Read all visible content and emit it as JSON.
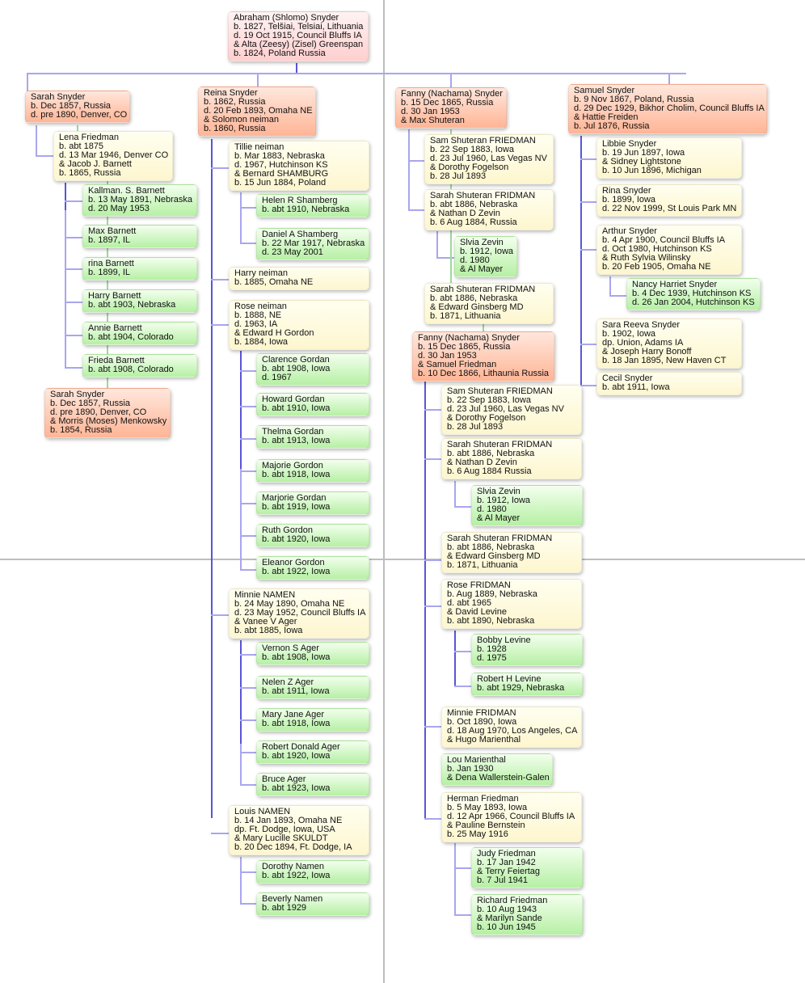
{
  "chart": {
    "root": {
      "lines": [
        "Abraham (Shlomo) Snyder",
        "b. 1827, Telšiai, Telsiai, Lithuania",
        "d. 19 Oct 1915, Council Bluffs IA",
        "& Alta (Zeesy) (Zisel) Greenspan",
        "b. 1824, Poland Russia"
      ]
    },
    "boxes": [
      {
        "id": "sarah1",
        "gen": 1,
        "lines": [
          "Sarah Snyder",
          "b. Dec 1857, Russia",
          "d. pre 1890, Denver, CO"
        ]
      },
      {
        "id": "lena",
        "gen": 2,
        "lines": [
          "Lena Friedman",
          "b. abt 1875",
          "d. 13 Mar 1946, Denver CO",
          "& Jacob J. Barnett",
          "b. 1865, Russia"
        ]
      },
      {
        "id": "kallman",
        "gen": 3,
        "lines": [
          "Kallman. S. Barnett",
          "b. 13 May 1891, Nebraska",
          "d. 20 May 1953"
        ]
      },
      {
        "id": "max",
        "gen": 3,
        "lines": [
          "Max Barnett",
          "b. 1897, IL"
        ]
      },
      {
        "id": "rina_b",
        "gen": 3,
        "lines": [
          "rina Barnett",
          "b. 1899, IL"
        ]
      },
      {
        "id": "harry_b",
        "gen": 3,
        "lines": [
          "Harry Barnett",
          "b. abt 1903, Nebraska"
        ]
      },
      {
        "id": "annie",
        "gen": 3,
        "lines": [
          "Annie Barnett",
          "b. abt 1904, Colorado"
        ]
      },
      {
        "id": "frieda",
        "gen": 3,
        "lines": [
          "Frieda Barnett",
          "b. abt 1908, Colorado"
        ]
      },
      {
        "id": "sarah2",
        "gen": 1,
        "lines": [
          "Sarah Snyder",
          "b. Dec 1857, Russia",
          "d. pre 1890, Denver, CO",
          "& Morris (Moses) Menkowsky",
          "b. 1854, Russia"
        ]
      },
      {
        "id": "reina",
        "gen": 1,
        "lines": [
          "Reina Snyder",
          "b. 1862, Russia",
          "d. 20 Feb 1893, Omaha NE",
          "& Solomon neiman",
          "b. 1860, Russia"
        ]
      },
      {
        "id": "tillie",
        "gen": 2,
        "lines": [
          "Tillie neiman",
          "b. Mar 1883, Nebraska",
          "d. 1967, Hutchinson KS",
          "& Bernard SHAMBURG",
          "b. 15 Jun 1884, Poland"
        ]
      },
      {
        "id": "helen",
        "gen": 3,
        "lines": [
          "Helen R Shamberg",
          "b. abt 1910, Nebraska"
        ]
      },
      {
        "id": "daniel",
        "gen": 3,
        "lines": [
          "Daniel A Shamberg",
          "b. 22 Mar 1917, Nebraska",
          "d. 23 May 2001"
        ]
      },
      {
        "id": "harry_n",
        "gen": 2,
        "lines": [
          "Harry neiman",
          "b. 1885, Omaha NE"
        ]
      },
      {
        "id": "rose_n",
        "gen": 2,
        "lines": [
          "Rose neiman",
          "b. 1888, NE",
          "d. 1963, IA",
          "& Edward H Gordon",
          "b. 1884, Iowa"
        ]
      },
      {
        "id": "clarence",
        "gen": 3,
        "lines": [
          "Clarence Gordan",
          "b. abt 1908, Iowa",
          "d. 1967"
        ]
      },
      {
        "id": "howard",
        "gen": 3,
        "lines": [
          "Howard Gordan",
          "b. abt 1910, Iowa"
        ]
      },
      {
        "id": "thelma",
        "gen": 3,
        "lines": [
          "Thelma Gordan",
          "b. abt 1913, Iowa"
        ]
      },
      {
        "id": "majorie",
        "gen": 3,
        "lines": [
          "Majorie Gordon",
          "b. abt 1918, Iowa"
        ]
      },
      {
        "id": "marjorie",
        "gen": 3,
        "lines": [
          "Marjorie Gordan",
          "b. abt 1919, Iowa"
        ]
      },
      {
        "id": "ruth",
        "gen": 3,
        "lines": [
          "Ruth Gordon",
          "b. abt 1920, Iowa"
        ]
      },
      {
        "id": "eleanor",
        "gen": 3,
        "lines": [
          "Eleanor Gordon",
          "b. abt 1922, Iowa"
        ]
      },
      {
        "id": "minnie_n",
        "gen": 2,
        "lines": [
          "Minnie NAMEN",
          "b. 24 May 1890, Omaha NE",
          "d. 23 May 1952, Council Bluffs IA",
          "& Vanee V Ager",
          "b. abt 1885, Iowa"
        ]
      },
      {
        "id": "vernon",
        "gen": 3,
        "lines": [
          "Vernon S Ager",
          "b. abt 1908, Iowa"
        ]
      },
      {
        "id": "nelen",
        "gen": 3,
        "lines": [
          "Nelen Z Ager",
          "b. abt 1911, Iowa"
        ]
      },
      {
        "id": "maryjane",
        "gen": 3,
        "lines": [
          "Mary Jane Ager",
          "b. abt 1918, Iowa"
        ]
      },
      {
        "id": "robertd",
        "gen": 3,
        "lines": [
          "Robert Donald Ager",
          "b. abt 1920, Iowa"
        ]
      },
      {
        "id": "bruce",
        "gen": 3,
        "lines": [
          "Bruce Ager",
          "b. abt 1923, Iowa"
        ]
      },
      {
        "id": "louis",
        "gen": 2,
        "lines": [
          "Louis NAMEN",
          "b. 14 Jan 1893, Omaha NE",
          "dp. Ft. Dodge, Iowa, USA",
          "& Mary Lucille SKULDT",
          "b. 20 Dec 1894, Ft. Dodge, IA"
        ]
      },
      {
        "id": "dorothy",
        "gen": 3,
        "lines": [
          "Dorothy Namen",
          "b. abt 1922, Iowa"
        ]
      },
      {
        "id": "beverly",
        "gen": 3,
        "lines": [
          "Beverly Namen",
          "b. abt 1929"
        ]
      },
      {
        "id": "fanny1",
        "gen": 1,
        "lines": [
          "Fanny (Nachama) Snyder",
          "b. 15 Dec 1865, Russia",
          "d. 30 Jan 1953",
          "& Max Shuteran"
        ]
      },
      {
        "id": "sam1",
        "gen": 2,
        "lines": [
          "Sam Shuteran FRIEDMAN",
          "b. 22 Sep 1883, Iowa",
          "d. 23 Jul 1960, Las Vegas NV",
          "& Dorothy Fogelson",
          "b. 28 Jul 1893"
        ]
      },
      {
        "id": "sarahs1",
        "gen": 2,
        "lines": [
          "Sarah Shuteran FRIDMAN",
          "b. abt 1886, Nebraska",
          "& Nathan D Zevin",
          "b. 6 Aug 1884,  Russia"
        ]
      },
      {
        "id": "slvia1",
        "gen": 3,
        "lines": [
          "Slvia Zevin",
          "b. 1912, Iowa",
          "d. 1980",
          "& Al Mayer"
        ]
      },
      {
        "id": "sarahs2",
        "gen": 2,
        "lines": [
          "Sarah Shuteran FRIDMAN",
          "b. abt 1886, Nebraska",
          "& Edward Ginsberg  MD",
          "b. 1871, Lithuania"
        ]
      },
      {
        "id": "fanny2",
        "gen": 1,
        "lines": [
          "Fanny (Nachama) Snyder",
          "b. 15 Dec 1865, Russia",
          "d. 30 Jan 1953",
          "& Samuel Friedman",
          "b. 10 Dec 1866, Lithaunia Russia"
        ]
      },
      {
        "id": "sam2",
        "gen": 2,
        "lines": [
          "Sam Shuteran FRIEDMAN",
          "b. 22 Sep 1883, Iowa",
          "d. 23 Jul 1960, Las Vegas NV",
          "& Dorothy Fogelson",
          "b. 28 Jul 1893"
        ]
      },
      {
        "id": "sarahs3",
        "gen": 2,
        "lines": [
          "Sarah Shuteran FRIDMAN",
          "b. abt 1886, Nebraska",
          "& Nathan D Zevin",
          "b. 6 Aug 1884 Russia"
        ]
      },
      {
        "id": "slvia2",
        "gen": 3,
        "lines": [
          "Slvia Zevin",
          "b. 1912, Iowa",
          "d. 1980",
          "& Al Mayer"
        ]
      },
      {
        "id": "sarahs4",
        "gen": 2,
        "lines": [
          "Sarah Shuteran FRIDMAN",
          "b. abt 1886, Nebraska",
          "& Edward Ginsberg  MD",
          "b. 1871, Lithuania"
        ]
      },
      {
        "id": "rose_f",
        "gen": 2,
        "lines": [
          "Rose FRIDMAN",
          "b. Aug 1889, Nebraska",
          "d. abt 1965",
          "& David Levine",
          "b. abt 1890, Nebraska"
        ]
      },
      {
        "id": "bobby",
        "gen": 3,
        "lines": [
          "Bobby Levine",
          "b. 1928",
          "d. 1975"
        ]
      },
      {
        "id": "roberth",
        "gen": 3,
        "lines": [
          "Robert H Levine",
          "b. abt 1929, Nebraska"
        ]
      },
      {
        "id": "minnie_f",
        "gen": 2,
        "lines": [
          "Minnie FRIDMAN",
          "b. Oct 1890, Iowa",
          "d. 18 Aug 1970, Los Angeles, CA",
          "& Hugo Marienthal"
        ]
      },
      {
        "id": "lou",
        "gen": 3,
        "lines": [
          "Lou Marienthal",
          "b. Jan 1930",
          "& Dena Wallerstein-Galen"
        ]
      },
      {
        "id": "herman",
        "gen": 2,
        "lines": [
          "Herman Friedman",
          "b. 5 May 1893, Iowa",
          "d. 12 Apr 1966, Council Bluffs IA",
          "& Pauline Bernstein",
          "b. 25 May 1916"
        ]
      },
      {
        "id": "judy",
        "gen": 3,
        "lines": [
          "Judy Friedman",
          "b. 17 Jan 1942",
          "& Terry Feiertag",
          "b. 7 Jul 1941"
        ]
      },
      {
        "id": "richard",
        "gen": 3,
        "lines": [
          "Richard Friedman",
          "b. 10 Aug 1943",
          "& Marilyn Sande",
          "b. 10 Jun 1945"
        ]
      },
      {
        "id": "samuel",
        "gen": 1,
        "lines": [
          "Samuel Snyder",
          "b. 9 Nov 1867, Poland, Russia",
          "d. 29 Dec 1929, Bikhor Cholim, Council Bluffs IA",
          "& Hattie Freiden",
          "b. Jul 1876, Russia"
        ]
      },
      {
        "id": "libbie",
        "gen": 2,
        "lines": [
          "Libbie Snyder",
          "b. 19 Jun 1897, Iowa",
          "& Sidney Lightstone",
          "b. 10 Jun 1896, Michigan"
        ]
      },
      {
        "id": "rina_s",
        "gen": 2,
        "lines": [
          "Rina Snyder",
          "b. 1899, Iowa",
          "d. 22 Nov 1999, St Louis Park MN"
        ]
      },
      {
        "id": "arthur",
        "gen": 2,
        "lines": [
          "Arthur Snyder",
          "b. 4 Apr 1900, Council Bluffs IA",
          "d. Oct 1980, Hutchinson KS",
          "& Ruth Sylvia Wilinsky",
          "b. 20 Feb 1905, Omaha NE"
        ]
      },
      {
        "id": "nancy",
        "gen": 3,
        "lines": [
          "Nancy Harriet Snyder",
          "b. 4 Dec 1939, Hutchinson KS",
          "d. 26 Jan 2004, Hutchinson KS"
        ]
      },
      {
        "id": "sarareeva",
        "gen": 2,
        "lines": [
          "Sara Reeva Snyder",
          "b. 1902, Iowa",
          "dp. Union, Adams IA",
          "& Joseph Harry Bonoff",
          "b. 18 Jan 1895, New Haven CT"
        ]
      },
      {
        "id": "cecil",
        "gen": 2,
        "lines": [
          "Cecil Snyder",
          "b. abt 1911, Iowa"
        ]
      }
    ]
  },
  "colors": {
    "root": "#ffd6d6",
    "generation1": "#ffb99c",
    "generation2": "#fdf6cf",
    "generation3": "#b6f0a4",
    "connector": "#a9a6ee",
    "connector_dark": "#5a55d6",
    "page_break": "#bdbdbd"
  }
}
